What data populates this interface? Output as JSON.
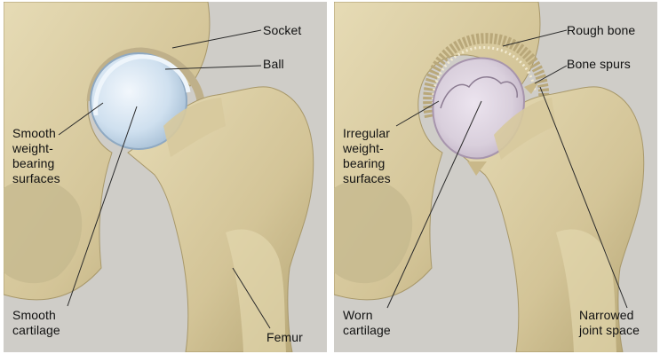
{
  "left_panel": {
    "labels": {
      "socket": "Socket",
      "ball": "Ball",
      "smooth_surfaces": "Smooth\nweight-\nbearing\nsurfaces",
      "smooth_cartilage": "Smooth\ncartilage",
      "femur": "Femur"
    }
  },
  "right_panel": {
    "labels": {
      "rough_bone": "Rough bone",
      "bone_spurs": "Bone spurs",
      "irregular_surfaces": "Irregular\nweight-\nbearing\nsurfaces",
      "worn_cartilage": "Worn\ncartilage",
      "narrowed_joint_space": "Narrowed\njoint space"
    }
  },
  "colors": {
    "background": "#cfcdc8",
    "bone": "#d8cba2",
    "bone_shadow": "#b9a878",
    "cartilage_healthy": "#cfe0ef",
    "cartilage_worn": "#d9cfdc",
    "leader_line": "#2a2a2a"
  }
}
